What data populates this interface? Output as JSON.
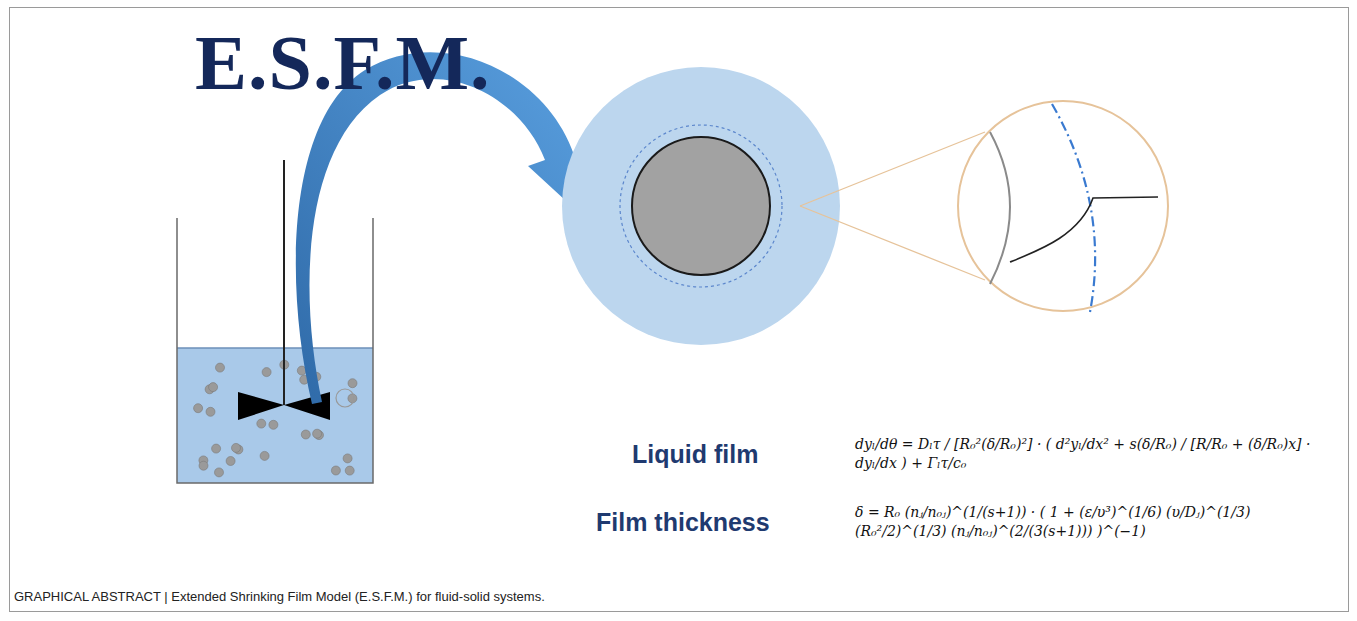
{
  "diagram": {
    "title": "E.S.F.M.",
    "caption": "GRAPHICAL ABSTRACT | Extended Shrinking Film Model (E.S.F.M.) for fluid-solid systems.",
    "labels": [
      "Liquid film",
      "dyₗ/dθ = Dₗτ / [R₀²(δ/R₀)²] · ( d²yₗ/dx² + s(δ/R₀) / [R/R₀ + (δ/R₀)x] · dyₗ/dx ) + Γₗτ/c₀",
      "Film thickness",
      "δ = R₀ (nⱼ/n₀ⱼ)^(1/(s+1)) · ( 1 + (ε/υ³)^(1/6) (υ/Dⱼ)^(1/3) (R₀²/2)^(1/3) (nⱼ/n₀ⱼ)^(2/(3(s+1))) )^(−1)"
    ]
  }
}
